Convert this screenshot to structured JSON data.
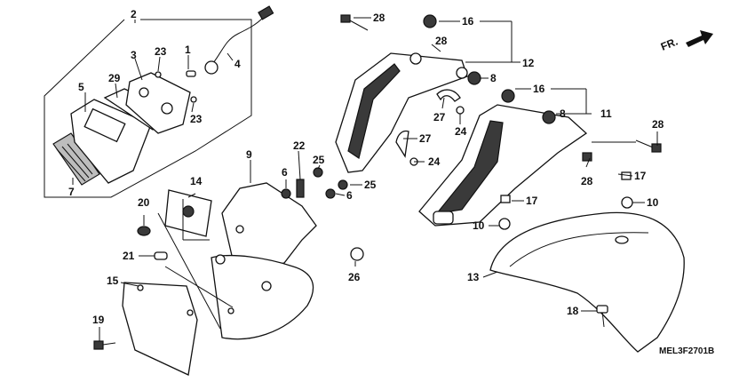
{
  "diagram": {
    "direction_label": "FR.",
    "code": "MEL3F2701B",
    "callouts": [
      {
        "id": "c2",
        "text": "2"
      },
      {
        "id": "c3",
        "text": "3"
      },
      {
        "id": "c23a",
        "text": "23"
      },
      {
        "id": "c1",
        "text": "1"
      },
      {
        "id": "c4",
        "text": "4"
      },
      {
        "id": "c29",
        "text": "29"
      },
      {
        "id": "c5",
        "text": "5"
      },
      {
        "id": "c23b",
        "text": "23"
      },
      {
        "id": "c7",
        "text": "7"
      },
      {
        "id": "c28a",
        "text": "28"
      },
      {
        "id": "c16a",
        "text": "16"
      },
      {
        "id": "c28b",
        "text": "28"
      },
      {
        "id": "c12",
        "text": "12"
      },
      {
        "id": "c8a",
        "text": "8"
      },
      {
        "id": "c16b",
        "text": "16"
      },
      {
        "id": "c27a",
        "text": "27"
      },
      {
        "id": "c8b",
        "text": "8"
      },
      {
        "id": "c11",
        "text": "11"
      },
      {
        "id": "c24a",
        "text": "24"
      },
      {
        "id": "c28c",
        "text": "28"
      },
      {
        "id": "c27b",
        "text": "27"
      },
      {
        "id": "c24b",
        "text": "24"
      },
      {
        "id": "c22",
        "text": "22"
      },
      {
        "id": "c9",
        "text": "9"
      },
      {
        "id": "c6a",
        "text": "6"
      },
      {
        "id": "c25a",
        "text": "25"
      },
      {
        "id": "c17a",
        "text": "17"
      },
      {
        "id": "c28d",
        "text": "28"
      },
      {
        "id": "c14",
        "text": "14"
      },
      {
        "id": "c25b",
        "text": "25"
      },
      {
        "id": "c6b",
        "text": "6"
      },
      {
        "id": "c17b",
        "text": "17"
      },
      {
        "id": "c10a",
        "text": "10"
      },
      {
        "id": "c20",
        "text": "20"
      },
      {
        "id": "c10b",
        "text": "10"
      },
      {
        "id": "c21",
        "text": "21"
      },
      {
        "id": "c26",
        "text": "26"
      },
      {
        "id": "c13",
        "text": "13"
      },
      {
        "id": "c15",
        "text": "15"
      },
      {
        "id": "c18",
        "text": "18"
      },
      {
        "id": "c19",
        "text": "19"
      }
    ]
  }
}
